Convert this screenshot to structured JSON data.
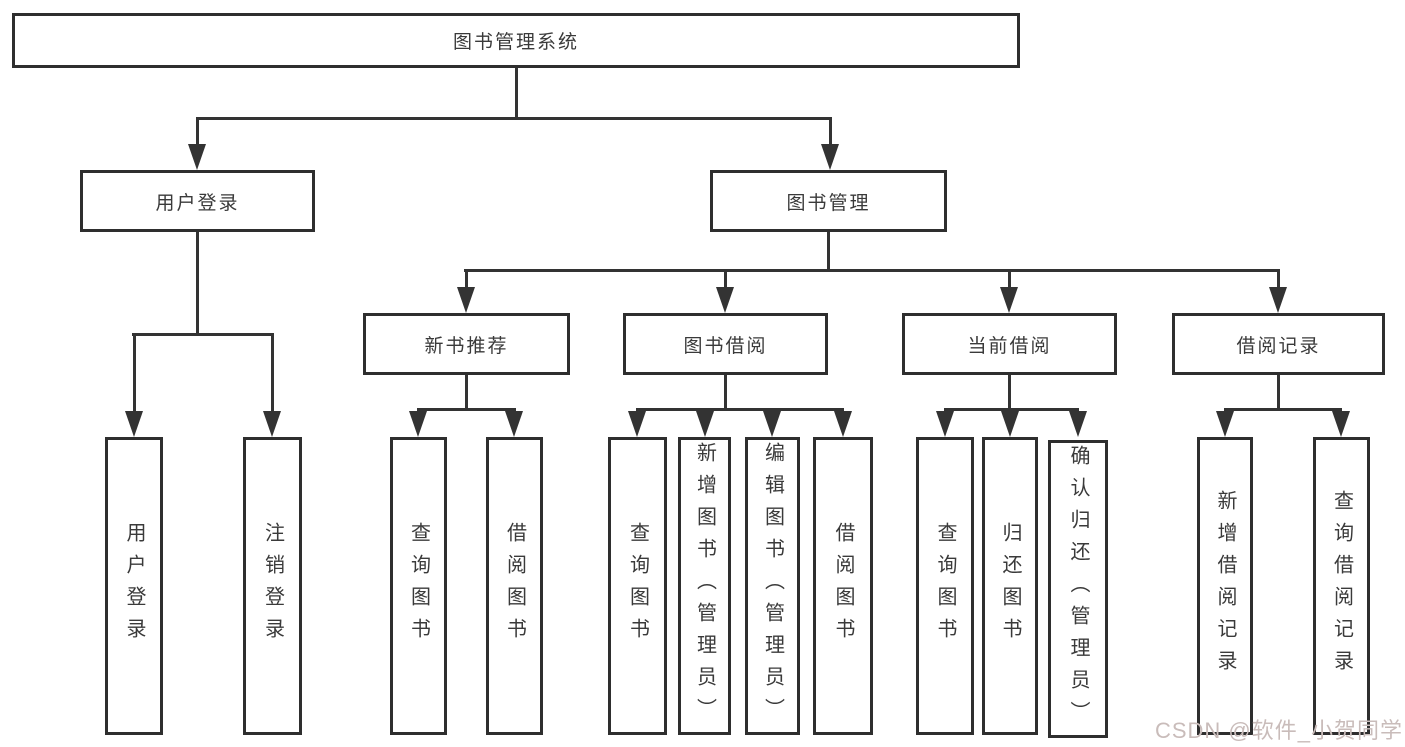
{
  "diagram": {
    "root": {
      "label": "图书管理系统"
    },
    "level1": [
      {
        "label": "用户登录"
      },
      {
        "label": "图书管理"
      }
    ],
    "level2": [
      {
        "label": "新书推荐"
      },
      {
        "label": "图书借阅"
      },
      {
        "label": "当前借阅"
      },
      {
        "label": "借阅记录"
      }
    ],
    "leaves": {
      "login": [
        {
          "label": "用户登录"
        },
        {
          "label": "注销登录"
        }
      ],
      "newbook": [
        {
          "label": "查询图书"
        },
        {
          "label": "借阅图书"
        }
      ],
      "borrow": [
        {
          "label": "查询图书"
        },
        {
          "label": "新增图书（管理员）"
        },
        {
          "label": "编辑图书（管理员）"
        },
        {
          "label": "借阅图书"
        }
      ],
      "current": [
        {
          "label": "查询图书"
        },
        {
          "label": "归还图书"
        },
        {
          "label": "确认归还（管理员）"
        }
      ],
      "records": [
        {
          "label": "新增借阅记录"
        },
        {
          "label": "查询借阅记录"
        }
      ]
    }
  },
  "watermark": {
    "text": "CSDN @软件_小贺同学"
  },
  "colors": {
    "line": "#333333",
    "box_border": "#2e2e2e",
    "text": "#3a3a3a",
    "watermark": "#c9bcba",
    "background": "#ffffff"
  }
}
